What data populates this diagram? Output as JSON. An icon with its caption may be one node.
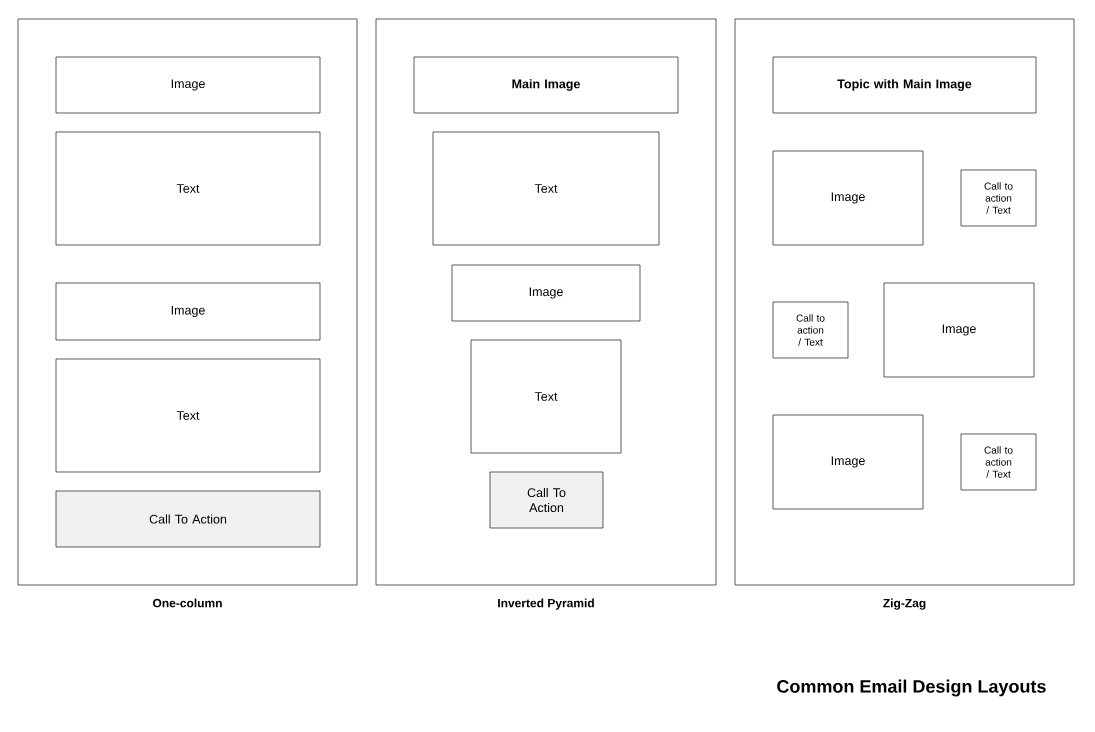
{
  "diagram": {
    "title": "Common Email Design Layouts",
    "nodes": [
      {
        "text": [
          "One-column"
        ]
      },
      {
        "text": [
          "Image"
        ],
        "in": 0
      },
      {
        "text": [
          "Text"
        ],
        "in": 0
      },
      {
        "text": [
          "Image"
        ],
        "in": 0
      },
      {
        "text": [
          "Text"
        ],
        "in": 0
      },
      {
        "text": [
          "Call To Action"
        ],
        "in": 0
      },
      {
        "text": [
          "Inverted Pyramid"
        ]
      },
      {
        "text": [
          "Main Image"
        ],
        "in": 6
      },
      {
        "text": [
          "Text"
        ],
        "in": 6
      },
      {
        "text": [
          "Image"
        ],
        "in": 6
      },
      {
        "text": [
          "Text"
        ],
        "in": 6
      },
      {
        "text": [
          "Call To Action"
        ],
        "in": 6
      },
      {
        "text": [
          "Zig-Zag"
        ]
      },
      {
        "text": [
          "Topic with Main Image"
        ],
        "in": 12
      },
      {
        "text": [
          "Image"
        ],
        "in": 12
      },
      {
        "text": [
          "Call to action / Text"
        ],
        "in": 12
      },
      {
        "text": [
          "Call to action / Text"
        ],
        "in": 12
      },
      {
        "text": [
          "Image"
        ],
        "in": 12
      },
      {
        "text": [
          "Image"
        ],
        "in": 12
      },
      {
        "text": [
          "Call to action / Text"
        ],
        "in": 12
      }
    ],
    "edges": []
  }
}
